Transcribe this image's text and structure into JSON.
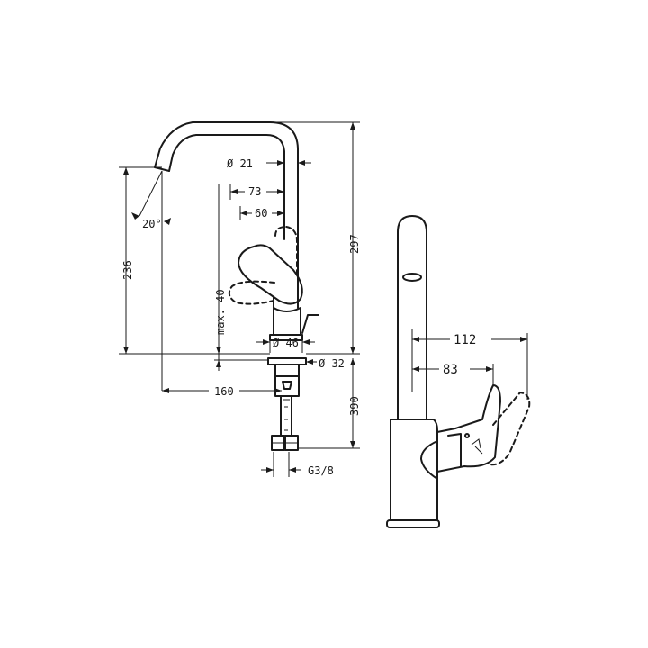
{
  "dimensions": {
    "spout_diameter": "Ø 21",
    "reach_73": "73",
    "reach_60": "60",
    "spout_angle": "20°",
    "height_236": "236",
    "height_297": "297",
    "max_deck": "max. 40",
    "body_diameter": "Ø 46",
    "hole_diameter": "Ø 32",
    "projection_160": "160",
    "hose_390": "390",
    "connection": "G3/8",
    "handle_112": "112",
    "handle_83": "83"
  }
}
